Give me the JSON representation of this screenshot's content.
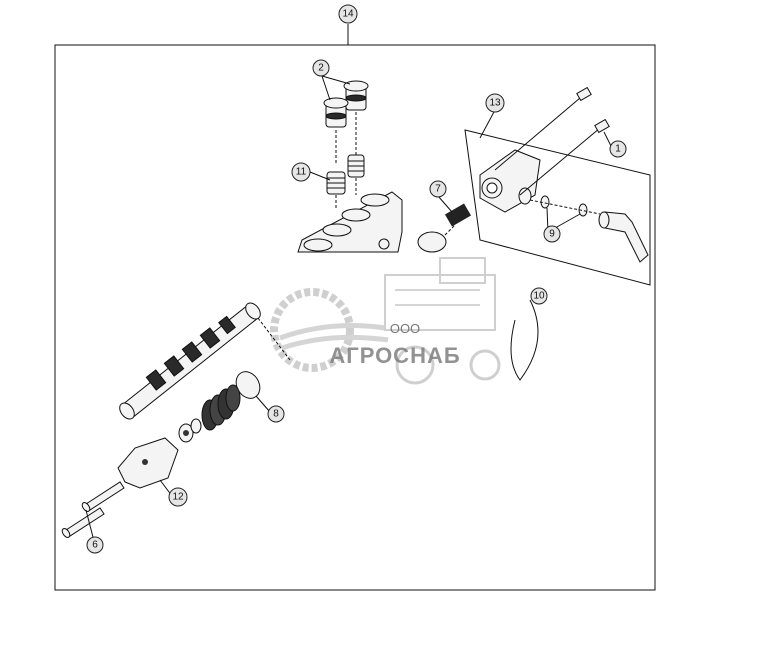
{
  "diagram": {
    "callouts": [
      {
        "id": "callout-14",
        "label": "14"
      },
      {
        "id": "callout-2",
        "label": "2"
      },
      {
        "id": "callout-13",
        "label": "13"
      },
      {
        "id": "callout-1",
        "label": "1"
      },
      {
        "id": "callout-11",
        "label": "11"
      },
      {
        "id": "callout-7",
        "label": "7"
      },
      {
        "id": "callout-9",
        "label": "9"
      },
      {
        "id": "callout-10",
        "label": "10"
      },
      {
        "id": "callout-8",
        "label": "8"
      },
      {
        "id": "callout-12",
        "label": "12"
      },
      {
        "id": "callout-6",
        "label": "6"
      }
    ]
  },
  "watermark": {
    "company_prefix": "ООО",
    "company_name": "АГРОСНАБ"
  }
}
